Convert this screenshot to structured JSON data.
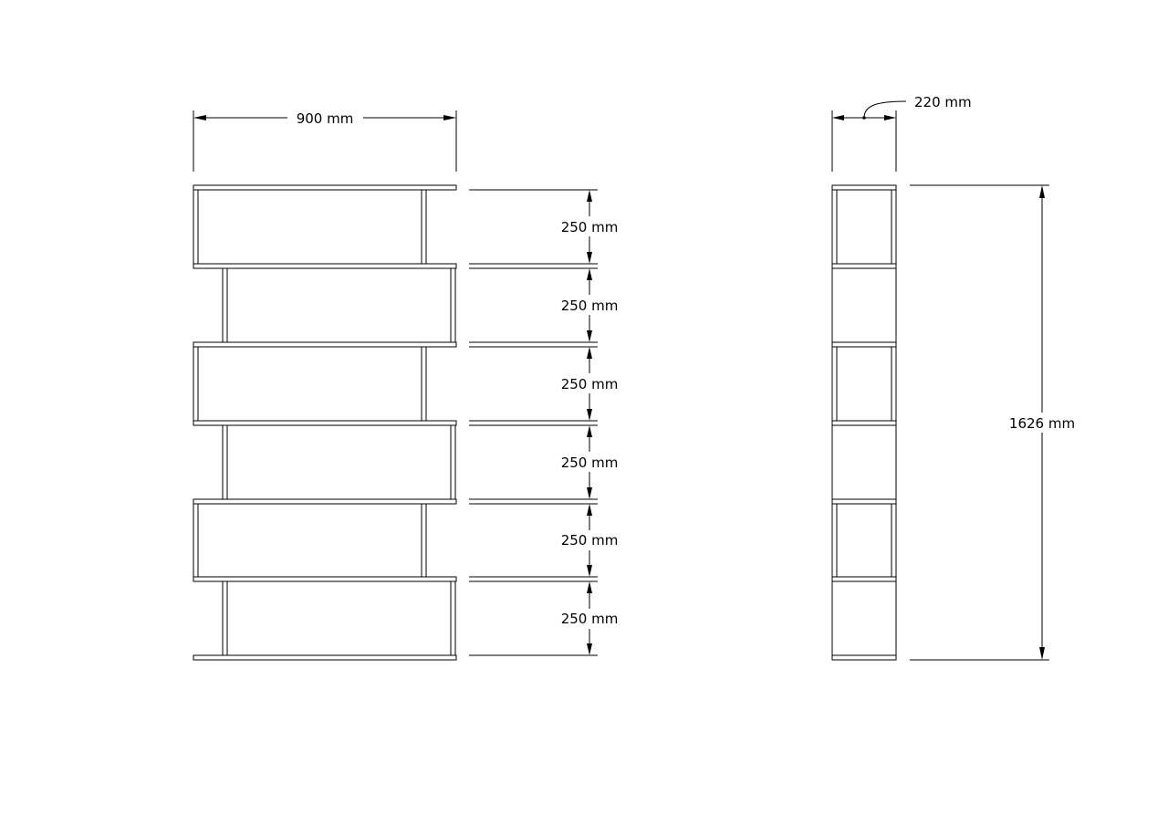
{
  "front_view": {
    "width_label": "900 mm",
    "shelf_spacing_labels": [
      "250 mm",
      "250 mm",
      "250 mm",
      "250 mm",
      "250 mm",
      "250 mm"
    ]
  },
  "side_view": {
    "depth_label": "220 mm",
    "height_label": "1626 mm"
  }
}
